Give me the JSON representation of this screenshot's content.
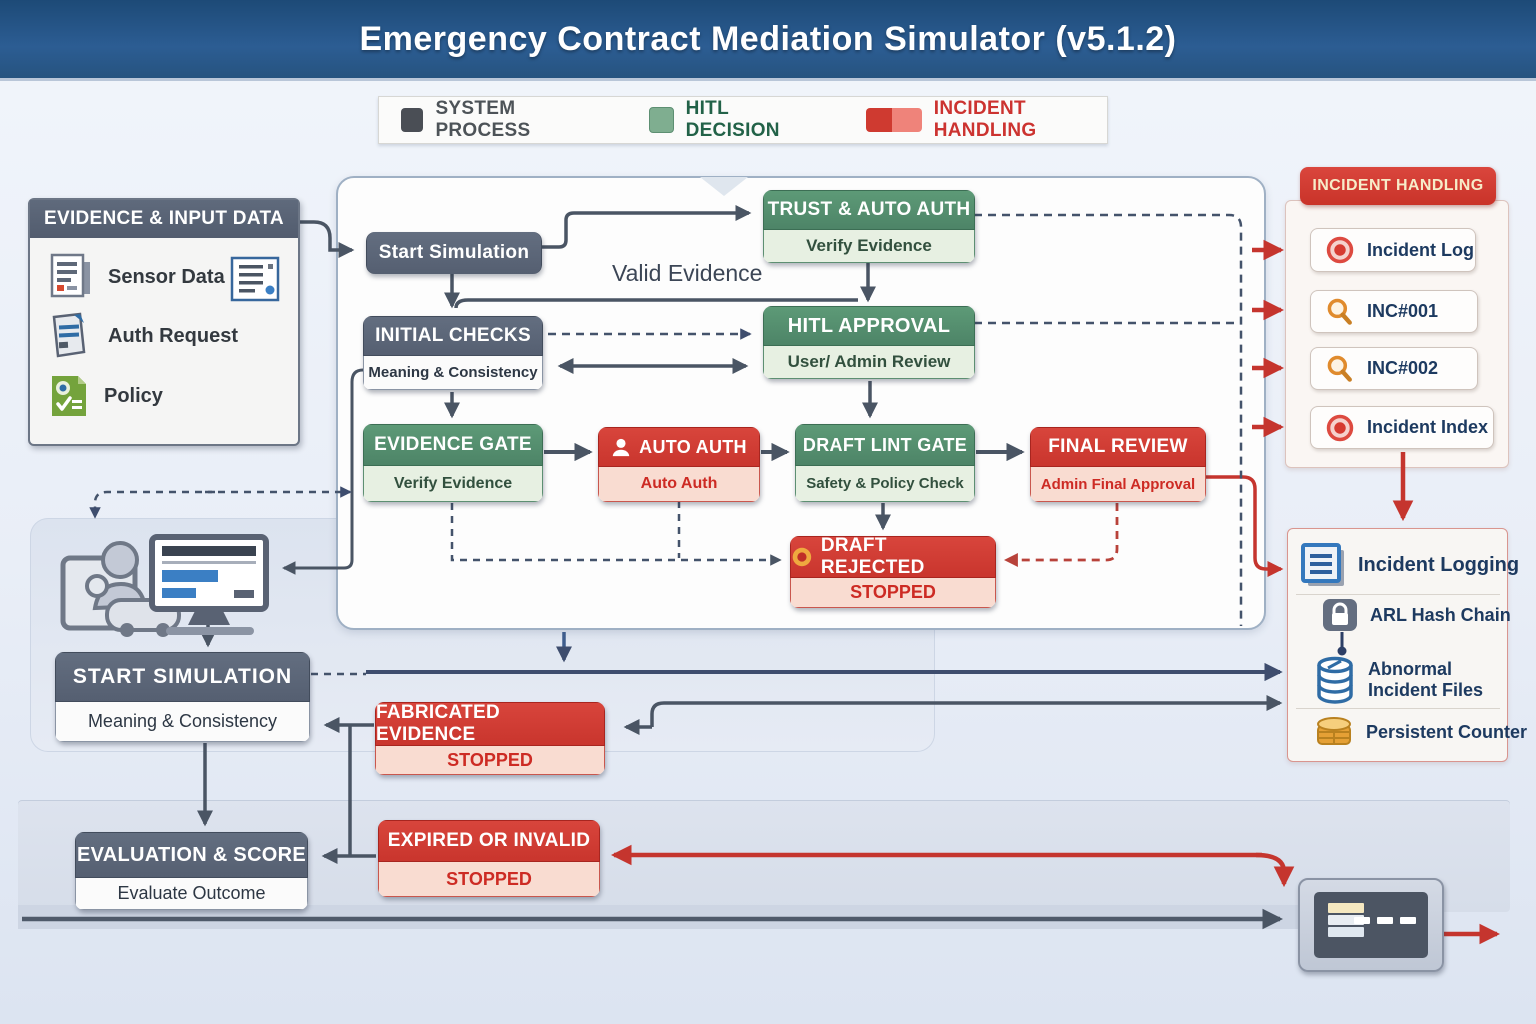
{
  "header": {
    "title": "Emergency Contract Mediation Simulator (v5.1.2)"
  },
  "legend": {
    "items": [
      {
        "label": "SYSTEM PROCESS",
        "color": "#4a4e55"
      },
      {
        "label": "HITL DECISION",
        "color": "#7fae90"
      },
      {
        "label": "INCIDENT HANDLING",
        "color": "#cf3a30"
      }
    ]
  },
  "evidence_panel": {
    "title": "EVIDENCE & INPUT DATA",
    "items": [
      {
        "label": "Sensor Data",
        "icon": "sensor-document-icon"
      },
      {
        "label": "Auth Request",
        "icon": "auth-document-icon"
      },
      {
        "label": "Policy",
        "icon": "policy-document-icon"
      }
    ]
  },
  "flow": {
    "start_simulation": {
      "title": "Start Simulation"
    },
    "trust_auto_auth": {
      "title": "TRUST & AUTO AUTH",
      "subtitle": "Verify Evidence"
    },
    "valid_evidence_label": "Valid Evidence",
    "initial_checks": {
      "title": "INITIAL CHECKS",
      "subtitle": "Meaning & Consistency"
    },
    "hitl_approval": {
      "title": "HITL APPROVAL",
      "subtitle": "User/ Admin Review"
    },
    "evidence_gate": {
      "title": "EVIDENCE GATE",
      "subtitle": "Verify Evidence"
    },
    "auto_auth": {
      "title": "AUTO AUTH",
      "subtitle": "Auto Auth"
    },
    "draft_lint_gate": {
      "title": "DRAFT LINT GATE",
      "subtitle": "Safety & Policy Check"
    },
    "final_review": {
      "title": "FINAL REVIEW",
      "subtitle": "Admin Final Approval"
    },
    "draft_rejected": {
      "title": "DRAFT REJECTED",
      "subtitle": "STOPPED"
    },
    "start_simulation_manual": {
      "title": "START SIMULATION",
      "subtitle": "Meaning & Consistency"
    },
    "fabricated_evidence": {
      "title": "FABRICATED EVIDENCE",
      "subtitle": "STOPPED"
    },
    "evaluation_score": {
      "title": "EVALUATION & SCORE",
      "subtitle": "Evaluate Outcome"
    },
    "expired_invalid": {
      "title": "EXPIRED OR INVALID",
      "subtitle": "STOPPED"
    }
  },
  "incident_handling": {
    "title": "INCIDENT HANDLING",
    "items": [
      {
        "label": "Incident Log",
        "icon": "record-icon"
      },
      {
        "label": "INC#001",
        "icon": "magnifier-icon"
      },
      {
        "label": "INC#002",
        "icon": "magnifier-icon"
      },
      {
        "label": "Incident Index",
        "icon": "record-icon"
      }
    ]
  },
  "incident_logging": {
    "items": [
      {
        "label": "Incident Logging",
        "icon": "log-document-icon"
      },
      {
        "label": "ARL Hash Chain",
        "icon": "lock-icon"
      },
      {
        "label": "Abnormal Incident Files",
        "icon": "database-icon"
      },
      {
        "label": "Persistent Counter",
        "icon": "coins-icon"
      }
    ]
  },
  "colors": {
    "header_bar": "#24507f",
    "system_process": "#5b6577",
    "hitl_decision": "#55916e",
    "incident_red": "#cf3a30",
    "stopped_body": "#f9dcd1",
    "arrow_gray": "#4a5564",
    "arrow_navy": "#3e4d6e"
  }
}
